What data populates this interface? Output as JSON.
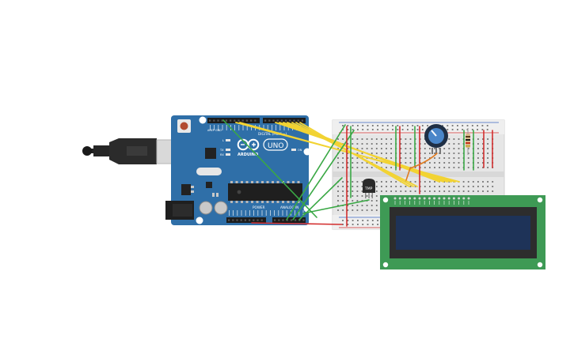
{
  "arduino": {
    "brand": "ARDUINO",
    "model": "UNO",
    "digital_label": "DIGITAL (PWM ~)",
    "power_label": "POWER",
    "analog_label": "ANALOG IN",
    "on_label": "ON",
    "tx_label": "TX",
    "rx_label": "RX",
    "l_label": "L",
    "aref_label": "AREF",
    "gnd_label": "GND"
  },
  "sensor": {
    "label": "TMP"
  },
  "colors": {
    "board_blue": "#2f6fa8",
    "wire_yellow": "#f2d333",
    "wire_green": "#3aa845",
    "wire_red": "#d32f2f",
    "wire_orange": "#e07a1f",
    "lcd_green": "#3e9a55",
    "lcd_screen": "#1e3358",
    "breadboard": "#e6e6e6"
  }
}
